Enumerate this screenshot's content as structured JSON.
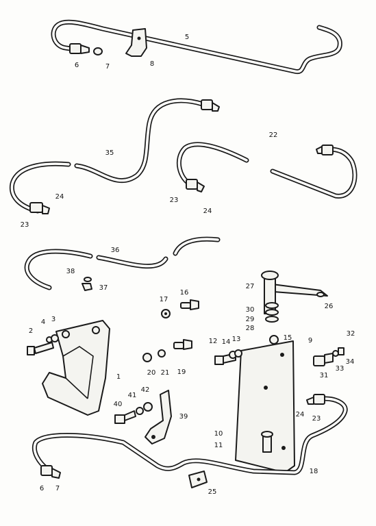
{
  "labels": {
    "l5": "5",
    "l6a": "6",
    "l7a": "7",
    "l8": "8",
    "l16": "16",
    "l17": "17",
    "l35": "35",
    "l22": "22",
    "l24a": "24",
    "l23a": "23",
    "l23b": "23",
    "l24b": "24",
    "l36": "36",
    "l38": "38",
    "l37": "37",
    "l27": "27",
    "l26": "26",
    "l30": "30",
    "l29": "29",
    "l28": "28",
    "l4": "4",
    "l3": "3",
    "l2": "2",
    "l1": "1",
    "l12": "12",
    "l14": "14",
    "l13": "13",
    "l15": "15",
    "l9": "9",
    "l32": "32",
    "l34": "34",
    "l33": "33",
    "l31": "31",
    "l20": "20",
    "l21": "21",
    "l19": "19",
    "l42": "42",
    "l41": "41",
    "l40": "40",
    "l39": "39",
    "l24c": "24",
    "l23c": "23",
    "l10": "10",
    "l11": "11",
    "l18": "18",
    "l6b": "6",
    "l7b": "7",
    "l25": "25"
  }
}
